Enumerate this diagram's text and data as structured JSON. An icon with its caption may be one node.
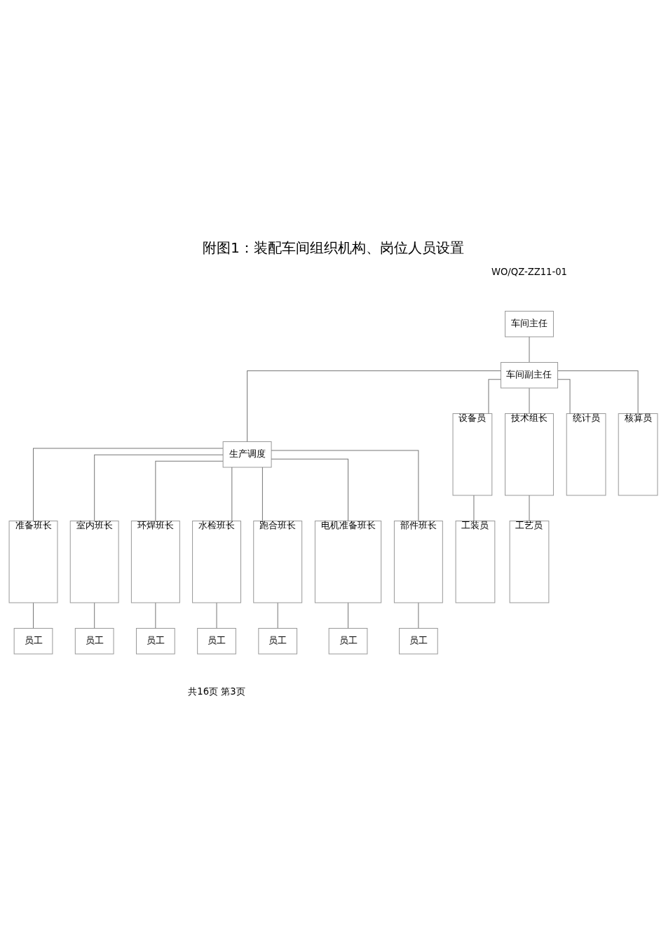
{
  "diagram": {
    "title": "附图1：装配车间组织机构、岗位人员设置",
    "nodes": [
      {
        "text": [
          "车间主任"
        ]
      },
      {
        "text": [
          "车间副主任"
        ]
      },
      {
        "text": [
          "生产调度"
        ]
      },
      {
        "text": [
          "设备员"
        ]
      },
      {
        "text": [
          "技术组长"
        ]
      },
      {
        "text": [
          "统计员"
        ]
      },
      {
        "text": [
          "核算员"
        ]
      },
      {
        "text": [
          "准备班长"
        ]
      },
      {
        "text": [
          "室内班长"
        ]
      },
      {
        "text": [
          "环焊班长"
        ]
      },
      {
        "text": [
          "水检班长"
        ]
      },
      {
        "text": [
          "跑合班长"
        ]
      },
      {
        "text": [
          "电机准备班长"
        ]
      },
      {
        "text": [
          "部件班长"
        ]
      },
      {
        "text": [
          "工装员"
        ]
      },
      {
        "text": [
          "工艺员"
        ]
      },
      {
        "text": [
          "员工"
        ]
      },
      {
        "text": [
          "员工"
        ]
      },
      {
        "text": [
          "员工"
        ]
      },
      {
        "text": [
          "员工"
        ]
      },
      {
        "text": [
          "员工"
        ]
      },
      {
        "text": [
          "员工"
        ]
      },
      {
        "text": [
          "员工"
        ]
      }
    ],
    "edges": [
      {
        "from": 0,
        "to": 1,
        "arrow": "none"
      },
      {
        "from": 1,
        "to": 2,
        "arrow": "none"
      },
      {
        "from": 1,
        "to": 3,
        "arrow": "none"
      },
      {
        "from": 1,
        "to": 4,
        "arrow": "none"
      },
      {
        "from": 1,
        "to": 5,
        "arrow": "none"
      },
      {
        "from": 1,
        "to": 6,
        "arrow": "none"
      },
      {
        "from": 2,
        "to": 7,
        "arrow": "none"
      },
      {
        "from": 2,
        "to": 8,
        "arrow": "none"
      },
      {
        "from": 2,
        "to": 9,
        "arrow": "none"
      },
      {
        "from": 2,
        "to": 10,
        "arrow": "none"
      },
      {
        "from": 2,
        "to": 11,
        "arrow": "none"
      },
      {
        "from": 2,
        "to": 12,
        "arrow": "none"
      },
      {
        "from": 2,
        "to": 13,
        "arrow": "none"
      },
      {
        "from": 3,
        "to": 14,
        "arrow": "none"
      },
      {
        "from": 4,
        "to": 15,
        "arrow": "none"
      },
      {
        "from": 7,
        "to": 16,
        "arrow": "none"
      },
      {
        "from": 8,
        "to": 17,
        "arrow": "none"
      },
      {
        "from": 9,
        "to": 18,
        "arrow": "none"
      },
      {
        "from": 10,
        "to": 19,
        "arrow": "none"
      },
      {
        "from": 11,
        "to": 20,
        "arrow": "none"
      },
      {
        "from": 12,
        "to": 21,
        "arrow": "none"
      },
      {
        "from": 13,
        "to": 22,
        "arrow": "none"
      }
    ],
    "labels": [
      "WO/QZ-ZZ11-01",
      "共16页 第3页"
    ]
  }
}
